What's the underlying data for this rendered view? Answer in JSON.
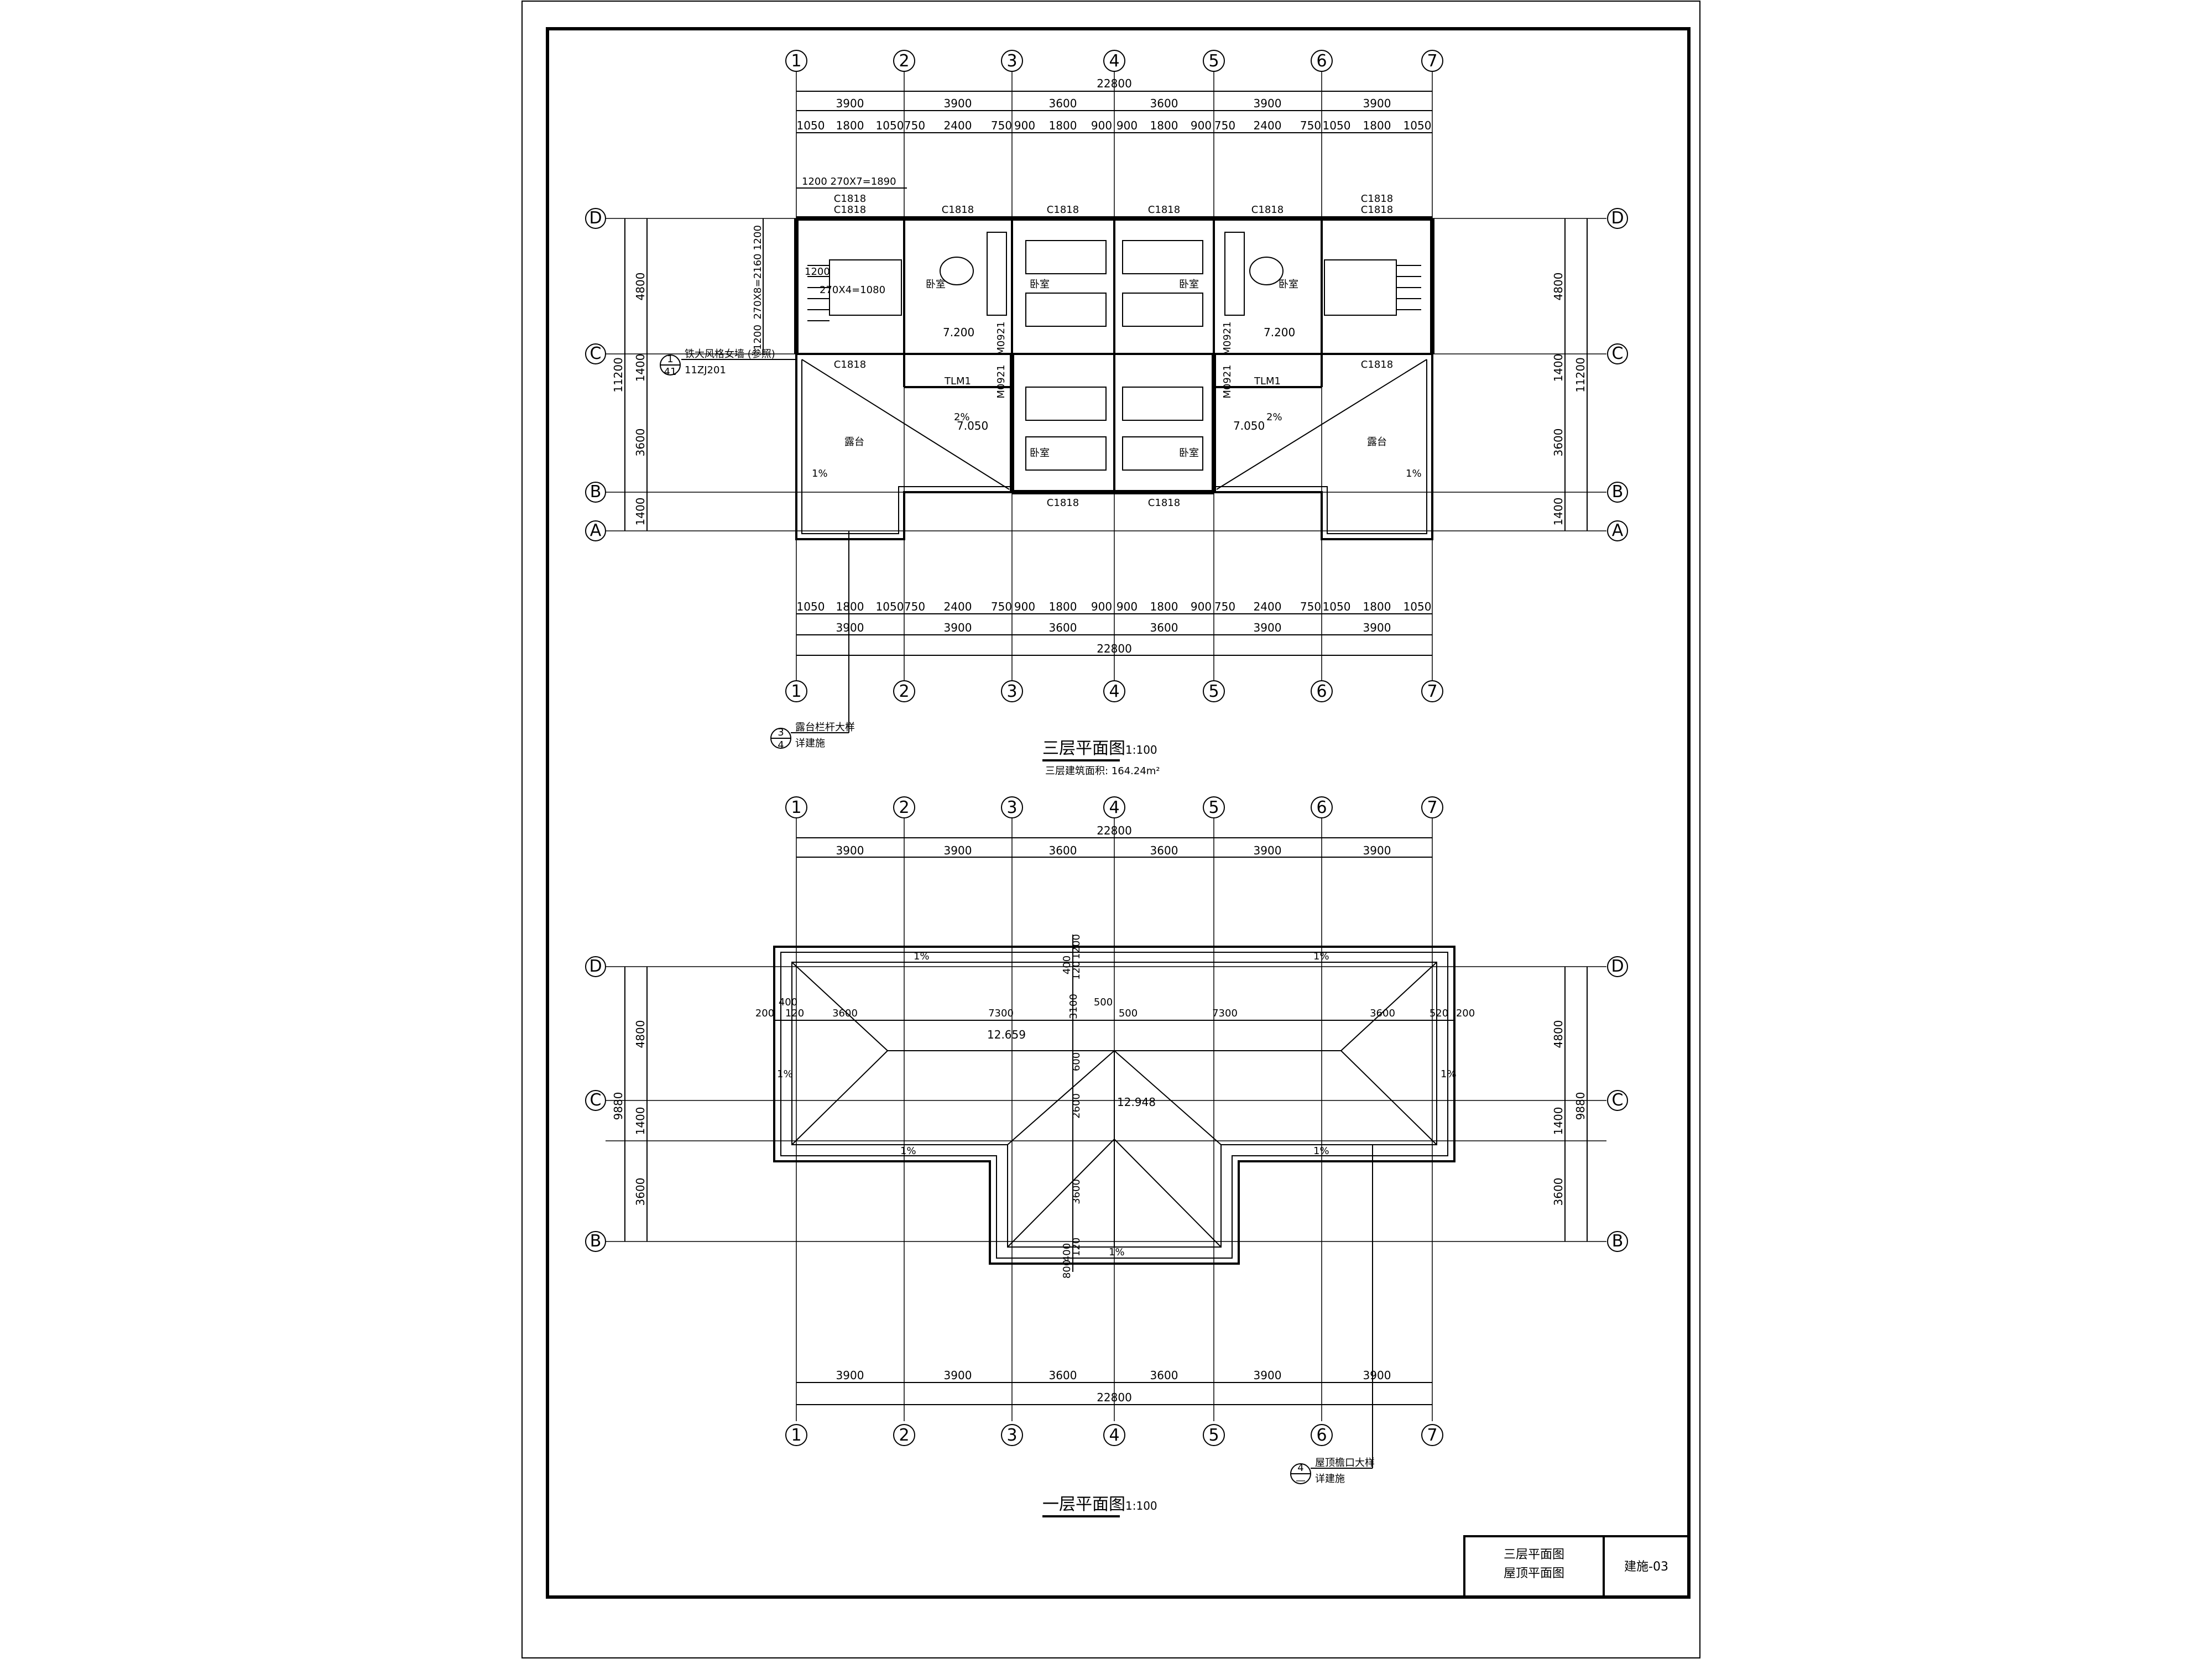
{
  "grid": {
    "numbers": [
      "1",
      "2",
      "3",
      "4",
      "5",
      "6",
      "7"
    ],
    "letters": [
      "A",
      "B",
      "C",
      "D"
    ]
  },
  "plan_third": {
    "title": "三层平面图",
    "scale": "1:100",
    "area_note": "三层建筑面积: 164.24m²",
    "dims": {
      "total": "22800",
      "bays": [
        "3900",
        "3900",
        "3600",
        "3600",
        "3900",
        "3900"
      ],
      "sub": [
        "1050",
        "1800",
        "1050",
        "750",
        "2400",
        "750",
        "900",
        "1800",
        "900",
        "900",
        "1800",
        "900",
        "750",
        "2400",
        "750",
        "1050",
        "1800",
        "1050"
      ],
      "left_v": [
        "4800",
        "1400",
        "3600",
        "1400"
      ],
      "left_total": "11200",
      "right_v": [
        "4800",
        "1400",
        "3600",
        "1400"
      ],
      "right_total": "11200",
      "stair_v": [
        "1200",
        "270X8=2160",
        "1200"
      ],
      "stair_top": "1200  270X7=1890",
      "stair_mid": "270X4=1080",
      "stair_left": "1200"
    },
    "windows": [
      "C1818",
      "C1818",
      "C1818",
      "C1818",
      "C1818",
      "C1818",
      "C1818",
      "C1818",
      "C1818",
      "C1818",
      "C1818",
      "C1818"
    ],
    "doors": [
      "M0921",
      "M0921",
      "M0921",
      "M0921",
      "TLM1",
      "TLM1"
    ],
    "rooms": [
      "露台",
      "露台",
      "卧室",
      "卧室",
      "卧室",
      "卧室",
      "卧室",
      "卧室"
    ],
    "levels": [
      "7.200",
      "7.200",
      "7.050",
      "7.050"
    ],
    "slopes": [
      "2%",
      "2%",
      "1%",
      "1%"
    ],
    "notes": {
      "detail1": "铁大风格女墙 (参照)",
      "detail1_ref": "11ZJ201",
      "detail1_num": "1",
      "detail1_den": "41",
      "detail3": "露台栏杆大样",
      "detail3_sub": "详建施",
      "detail3_num": "3",
      "detail3_den": "4"
    }
  },
  "plan_roof": {
    "title": "一层平面图",
    "scale": "1:100",
    "dims": {
      "total": "22800",
      "bays": [
        "3900",
        "3900",
        "3600",
        "3600",
        "3900",
        "3900"
      ],
      "left_v": [
        "4800",
        "1400",
        "3600"
      ],
      "left_total": "9880",
      "right_v": [
        "4800",
        "1400",
        "3600"
      ],
      "right_total": "9880",
      "inner": [
        "200",
        "400",
        "120",
        "3600",
        "7300",
        "3100",
        "500",
        "500",
        "7300",
        "3600",
        "520",
        "200",
        "400",
        "1200",
        "120",
        "600",
        "3600",
        "400",
        "120",
        "800",
        "2600"
      ]
    },
    "levels": [
      "12.659",
      "12.948"
    ],
    "slopes": [
      "1%",
      "1%",
      "1%",
      "1%",
      "1%",
      "1%",
      "1%"
    ],
    "notes": {
      "detail4": "屋顶檐口大样",
      "detail4_sub": "详建施",
      "detail4_num": "4",
      "detail4_den": "—"
    }
  },
  "title_block": {
    "line1": "三层平面图",
    "line2": "屋顶平面图",
    "sheet": "建施-03"
  }
}
